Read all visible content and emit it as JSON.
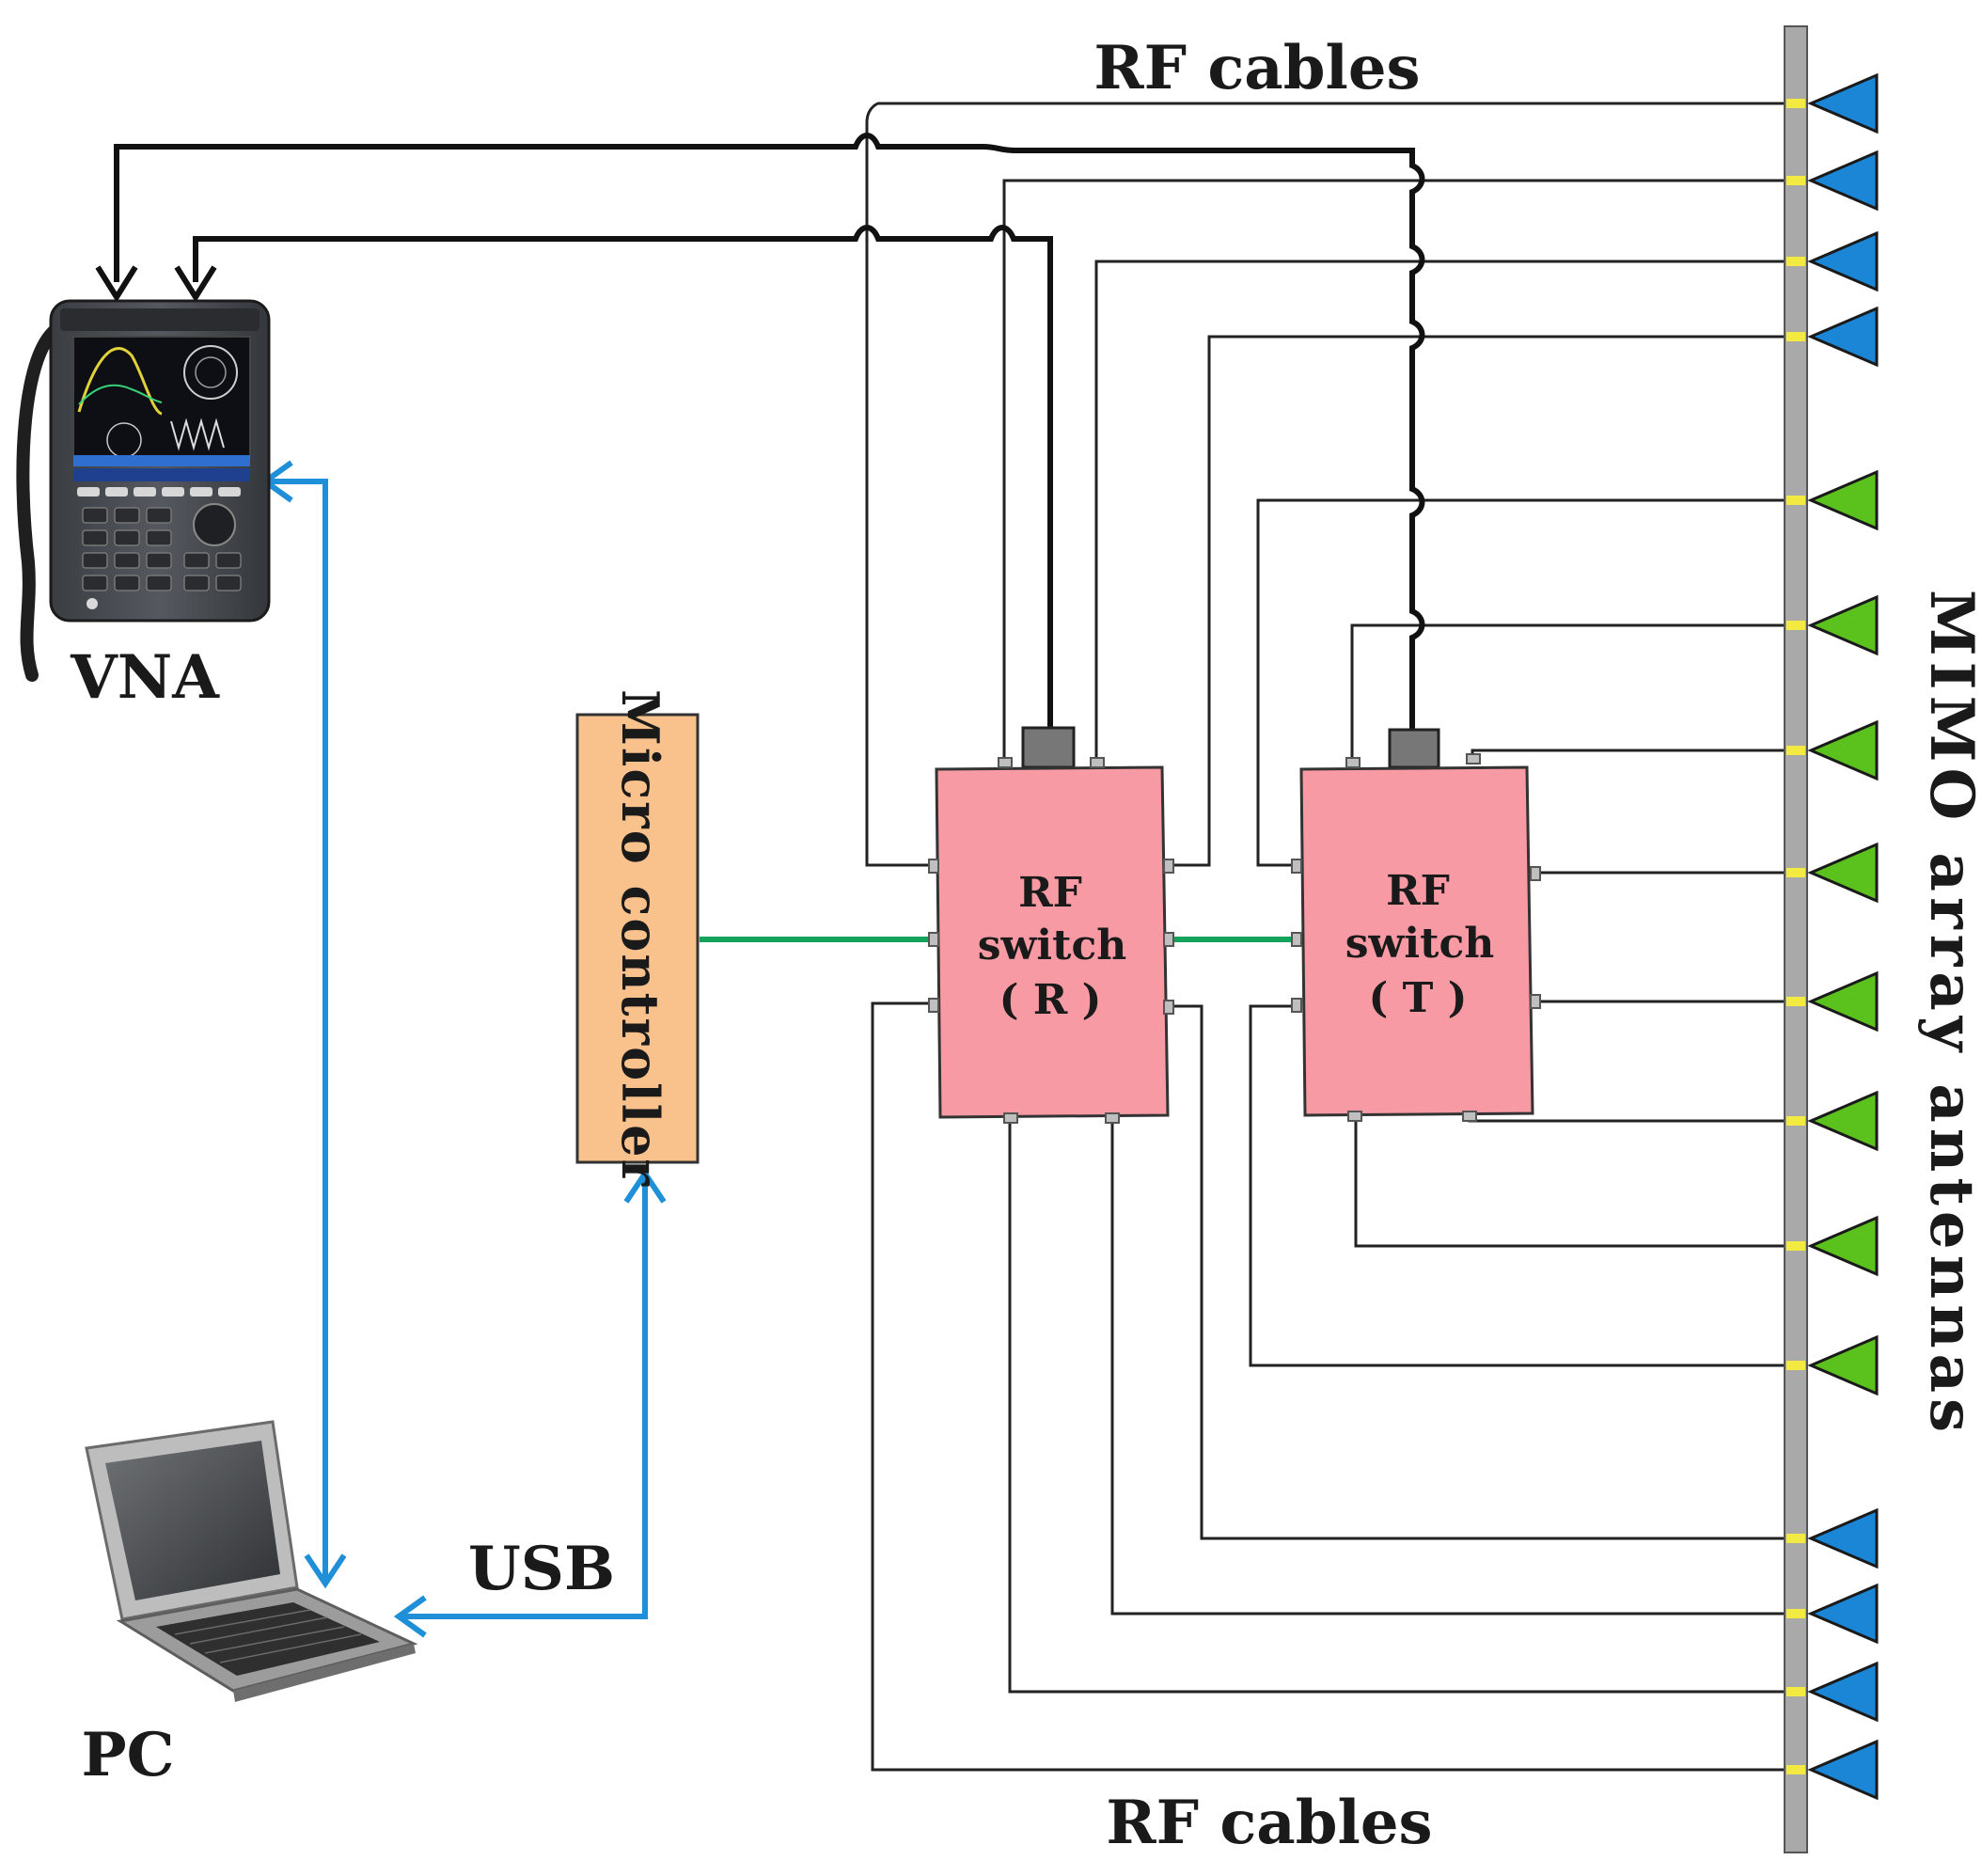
{
  "labels": {
    "rf_cables_top": "RF cables",
    "rf_cables_bottom": "RF cables",
    "vna": "VNA",
    "pc": "PC",
    "usb": "USB",
    "micro_controller": "Micro controller",
    "mimo_array": "MIMO array antennas"
  },
  "switch_r": {
    "line1": "RF",
    "line2": "switch",
    "line3": "( R )"
  },
  "switch_t": {
    "line1": "RF",
    "line2": "switch",
    "line3": "( T )"
  },
  "colors": {
    "switch_fill": "#f79aa3",
    "controller_fill": "#f9c28d",
    "usb_line": "#1f8fd8",
    "control_line": "#13a35a",
    "antenna_tx": "#1b86d6",
    "antenna_rx": "#5bc21d",
    "mast": "#a9a9a9",
    "port": "#f2ea40"
  },
  "antennas": {
    "top_blue_count": 4,
    "green_count": 8,
    "bottom_blue_count": 4
  }
}
